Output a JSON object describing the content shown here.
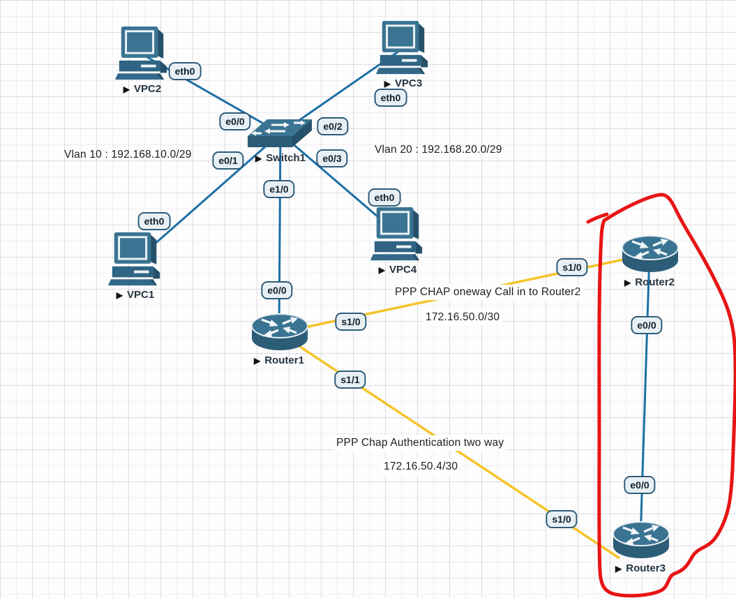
{
  "app": "network-topology-canvas",
  "devices": {
    "vpc1": {
      "label": "VPC1",
      "type": "pc"
    },
    "vpc2": {
      "label": "VPC2",
      "type": "pc"
    },
    "vpc3": {
      "label": "VPC3",
      "type": "pc"
    },
    "vpc4": {
      "label": "VPC4",
      "type": "pc"
    },
    "switch1": {
      "label": "Switch1",
      "type": "ethernet-switch"
    },
    "router1": {
      "label": "Router1",
      "type": "router"
    },
    "router2": {
      "label": "Router2",
      "type": "router"
    },
    "router3": {
      "label": "Router3",
      "type": "router"
    }
  },
  "running_indicator": "▶",
  "ports": {
    "vpc1_eth0": "eth0",
    "vpc2_eth0": "eth0",
    "vpc3_eth0": "eth0",
    "vpc4_eth0": "eth0",
    "switch1_e0_0": "e0/0",
    "switch1_e0_1": "e0/1",
    "switch1_e0_2": "e0/2",
    "switch1_e0_3": "e0/3",
    "switch1_e1_0": "e1/0",
    "router1_e0_0": "e0/0",
    "router1_s1_0": "s1/0",
    "router1_s1_1": "s1/1",
    "router2_s1_0": "s1/0",
    "router2_e0_0": "e0/0",
    "router3_e0_0": "e0/0",
    "router3_s1_0": "s1/0"
  },
  "notes": {
    "vlan10": "Vlan 10 : 192.168.10.0/29",
    "vlan20": "Vlan 20 : 192.168.20.0/29",
    "ppp_oneway": "PPP CHAP oneway Call in to Router2",
    "subnet_oneway": "172.16.50.0/30",
    "ppp_twoway": "PPP Chap Authentication two way",
    "subnet_twoway": "172.16.50.4/30"
  },
  "links": [
    {
      "from": "VPC2",
      "from_port": "eth0",
      "to": "Switch1",
      "to_port": "e0/0",
      "type": "ethernet"
    },
    {
      "from": "VPC3",
      "from_port": "eth0",
      "to": "Switch1",
      "to_port": "e0/2",
      "type": "ethernet"
    },
    {
      "from": "VPC1",
      "from_port": "eth0",
      "to": "Switch1",
      "to_port": "e0/1",
      "type": "ethernet"
    },
    {
      "from": "VPC4",
      "from_port": "eth0",
      "to": "Switch1",
      "to_port": "e0/3",
      "type": "ethernet"
    },
    {
      "from": "Switch1",
      "from_port": "e1/0",
      "to": "Router1",
      "to_port": "e0/0",
      "type": "ethernet"
    },
    {
      "from": "Router1",
      "from_port": "s1/0",
      "to": "Router2",
      "to_port": "s1/0",
      "type": "serial"
    },
    {
      "from": "Router1",
      "from_port": "s1/1",
      "to": "Router3",
      "to_port": "s1/0",
      "type": "serial"
    },
    {
      "from": "Router2",
      "from_port": "e0/0",
      "to": "Router3",
      "to_port": "e0/0",
      "type": "ethernet"
    }
  ],
  "annotation": {
    "shape": "hand-drawn red loop around Router2 and Router3"
  },
  "colors": {
    "ethernet_link": "#1d6fa5",
    "serial_link": "#f6c32a",
    "annotation_red": "#e81414",
    "device_fill": "#3a7492",
    "device_shade": "#2c5d78",
    "port_pill_border": "#2c5a78",
    "port_pill_bg": "#e8eff4"
  }
}
